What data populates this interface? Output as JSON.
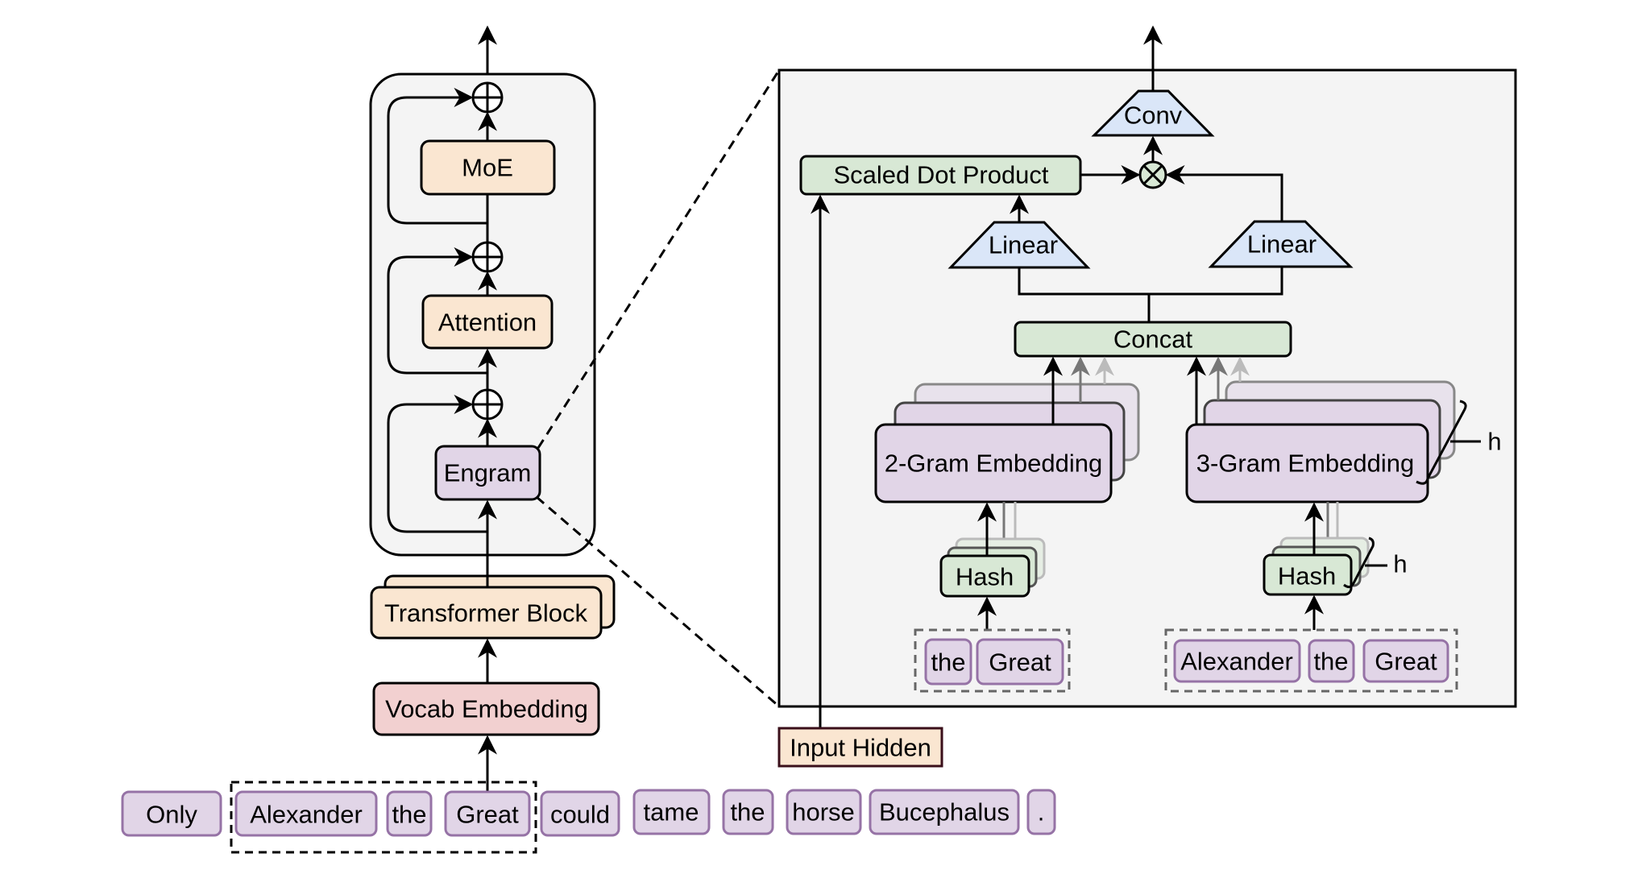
{
  "colors": {
    "orange_fill": "#fae6d1",
    "pink_fill": "#f2d0d0",
    "purple_fill": "#e1d5e7",
    "purple_stroke": "#9673a6",
    "green_fill": "#d8e8d5",
    "blue_fill": "#dae6f8",
    "panel_fill": "#f4f4f4",
    "stroke": "#000000"
  },
  "left_stack": {
    "output_arrow": "up",
    "layer_blocks": [
      {
        "label": "MoE"
      },
      {
        "label": "Attention"
      },
      {
        "label": "Engram"
      }
    ],
    "residual_add_symbol": "⊕",
    "transformer_block": "Transformer Block",
    "vocab_embedding": "Vocab Embedding"
  },
  "tokens": [
    "Only",
    "Alexander",
    "the",
    "Great",
    "could",
    "tame",
    "the",
    "horse",
    "Bucephalus",
    "."
  ],
  "highlighted_span": [
    "Alexander",
    "the",
    "Great"
  ],
  "engram_detail": {
    "conv": "Conv",
    "multiply_symbol": "⊗",
    "scaled_dot_product": "Scaled Dot Product",
    "linear_left": "Linear",
    "linear_right": "Linear",
    "concat": "Concat",
    "ngram_2": "2-Gram Embedding",
    "ngram_3": "3-Gram Embedding",
    "hash_2": "Hash",
    "hash_3": "Hash",
    "heads_label_embedding": "h",
    "heads_label_hash": "h",
    "bigram_tokens": [
      "the",
      "Great"
    ],
    "trigram_tokens": [
      "Alexander",
      "the",
      "Great"
    ],
    "input_hidden": "Input Hidden"
  }
}
